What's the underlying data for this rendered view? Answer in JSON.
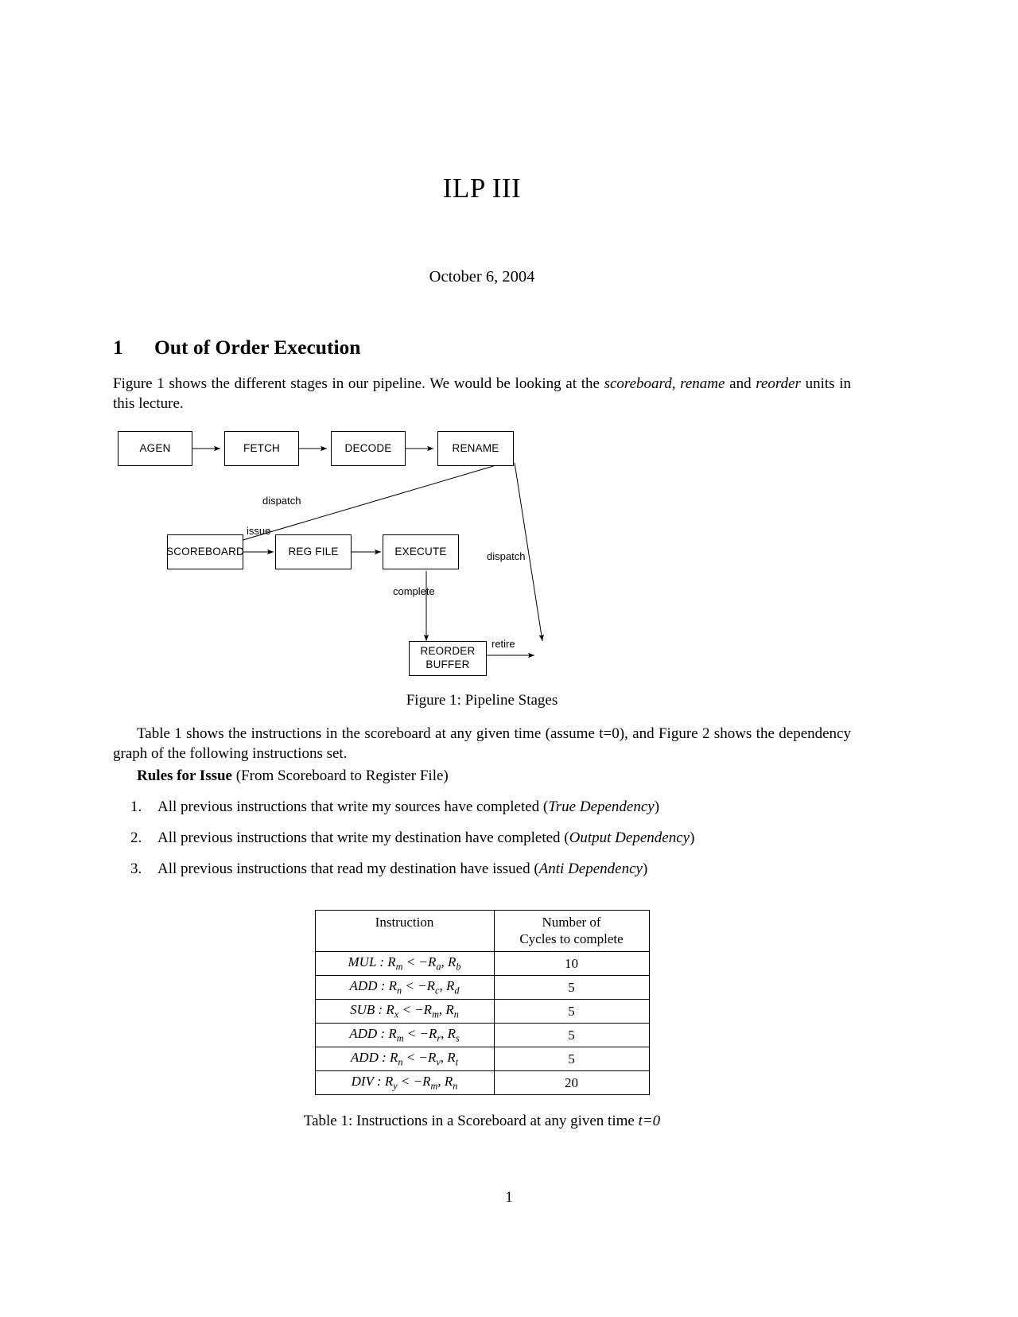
{
  "document": {
    "title": "ILP III",
    "date": "October 6, 2004",
    "page_number": "1"
  },
  "section": {
    "number": "1",
    "heading": "Out of Order Execution"
  },
  "intro": {
    "part1": "Figure 1 shows the different stages in our pipeline. We would be looking at the ",
    "em1": "scoreboard, rename",
    "part2": " and ",
    "em2": "reorder",
    "part3": " units in this lecture."
  },
  "figure1": {
    "boxes": [
      {
        "id": "agen",
        "label": "AGEN"
      },
      {
        "id": "fetch",
        "label": "FETCH"
      },
      {
        "id": "decode",
        "label": "DECODE"
      },
      {
        "id": "rename",
        "label": "RENAME"
      },
      {
        "id": "scoreboard",
        "label": "SCOREBOARD"
      },
      {
        "id": "regfile",
        "label": "REG FILE"
      },
      {
        "id": "execute",
        "label": "EXECUTE"
      },
      {
        "id": "reorder_line1",
        "label": "REORDER"
      },
      {
        "id": "reorder_line2",
        "label": "BUFFER"
      }
    ],
    "edge_labels": {
      "dispatch_left": "dispatch",
      "dispatch_right": "dispatch",
      "issue": "issue",
      "complete": "complete",
      "retire": "retire"
    },
    "caption": "Figure 1: Pipeline Stages"
  },
  "table_intro": {
    "paragraph": "Table 1 shows the instructions in the scoreboard at any given time (assume t=0), and Figure 2 shows the dependency graph of the following instructions set.",
    "rules_title": "Rules for Issue",
    "rules_subtitle": " (From Scoreboard to Register File)"
  },
  "rules": [
    {
      "num": "1.",
      "text_before": "All previous instructions that write my sources have completed (",
      "emphasis": "True Dependency",
      "text_after": ")"
    },
    {
      "num": "2.",
      "text_before": "All previous instructions that write my destination have completed (",
      "emphasis": "Output Dependency",
      "text_after": ")"
    },
    {
      "num": "3.",
      "text_before": "All previous instructions that read my destination have issued (",
      "emphasis": "Anti Dependency",
      "text_after": ")"
    }
  ],
  "table1": {
    "headers": {
      "col1": "Instruction",
      "col2_line1": "Number of",
      "col2_line2": "Cycles to complete"
    },
    "rows": [
      {
        "op": "MUL",
        "dest": "m",
        "src1": "a",
        "src2": "b",
        "cycles": "10"
      },
      {
        "op": "ADD",
        "dest": "n",
        "src1": "c",
        "src2": "d",
        "cycles": "5"
      },
      {
        "op": "SUB",
        "dest": "x",
        "src1": "m",
        "src2": "n",
        "cycles": "5"
      },
      {
        "op": "ADD",
        "dest": "m",
        "src1": "r",
        "src2": "s",
        "cycles": "5"
      },
      {
        "op": "ADD",
        "dest": "n",
        "src1": "v",
        "src2": "t",
        "cycles": "5"
      },
      {
        "op": "DIV",
        "dest": "y",
        "src1": "m",
        "src2": "n",
        "cycles": "20"
      }
    ],
    "caption_prefix": "Table 1: Instructions in a Scoreboard at any given time ",
    "caption_emphasis": "t=0"
  }
}
